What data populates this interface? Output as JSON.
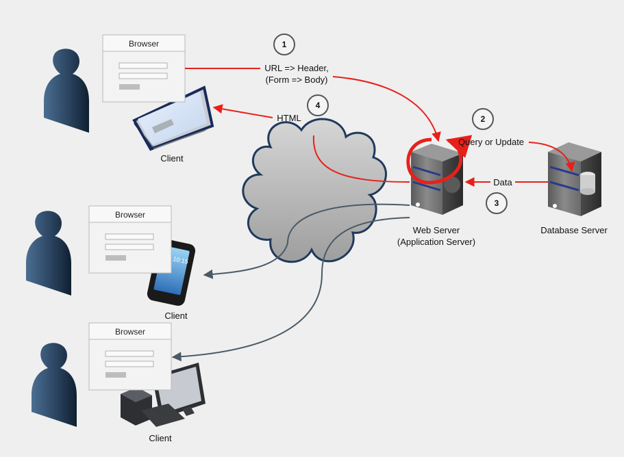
{
  "browser_window": {
    "title": "Browser"
  },
  "clients": {
    "laptop": {
      "label": "Client"
    },
    "phone": {
      "label": "Client",
      "screen_time": "10:15"
    },
    "desktop": {
      "label": "Client"
    }
  },
  "web_server": {
    "line1": "Web Server",
    "line2": "(Application Server)"
  },
  "database_server": {
    "label": "Database Server"
  },
  "steps": [
    {
      "number": "1",
      "line1": "URL => Header,",
      "line2": "(Form => Body)"
    },
    {
      "number": "2",
      "label": "Query or Update"
    },
    {
      "number": "3",
      "label": "Data"
    },
    {
      "number": "4",
      "label": "HTML"
    }
  ],
  "colors": {
    "background": "#efefef",
    "request_arrow": "#e8201a",
    "client_arrow": "#4a5a66",
    "person": "#2b4460",
    "cloud_fill": "#b4b4b4",
    "cloud_stroke": "#1f3a5c"
  }
}
